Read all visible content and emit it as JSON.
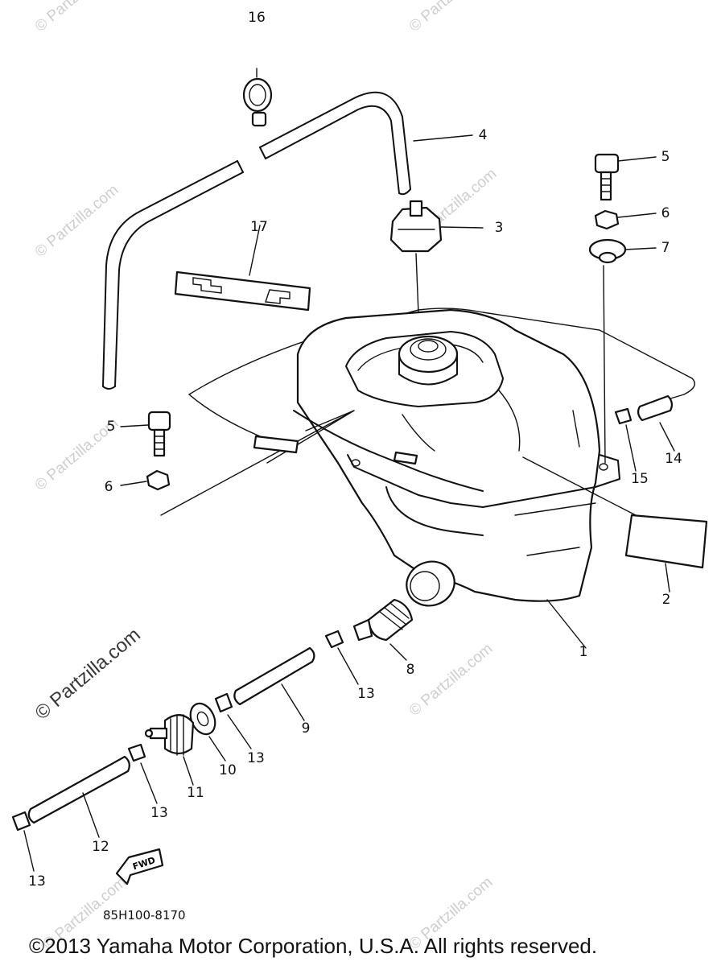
{
  "diagram_code": "85H100-8170",
  "copyright": "©2013  Yamaha Motor Corporation, U.S.A. All rights reserved.",
  "watermark_text": "© Partzilla.com",
  "fwd_label": "FWD",
  "callouts": {
    "c1": "1",
    "c2": "2",
    "c3": "3",
    "c4": "4",
    "c5a": "5",
    "c5b": "5",
    "c6a": "6",
    "c6b": "6",
    "c7": "7",
    "c8": "8",
    "c9": "9",
    "c10": "10",
    "c11": "11",
    "c12": "12",
    "c13a": "13",
    "c13b": "13",
    "c13c": "13",
    "c13d": "13",
    "c14": "14",
    "c15": "15",
    "c16": "16",
    "c17": "17"
  }
}
